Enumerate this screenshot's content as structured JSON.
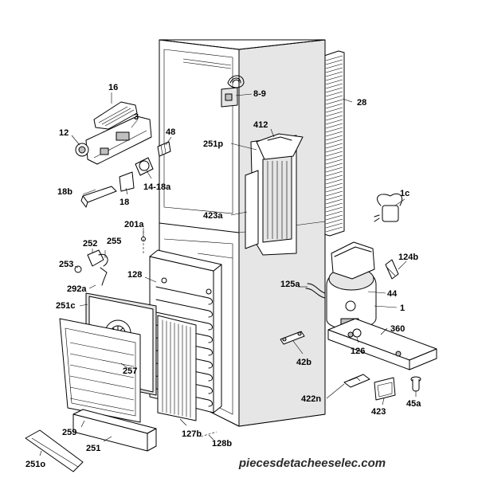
{
  "labels": {
    "l16": "16",
    "l3": "3",
    "l12": "12",
    "l48": "48",
    "l14_18a": "14-18a",
    "l18b": "18b",
    "l18": "18",
    "l8_9": "8-9",
    "l28": "28",
    "l412": "412",
    "l251p": "251p",
    "l423a": "423a",
    "l201a": "201a",
    "l1c": "1c",
    "l252": "252",
    "l255": "255",
    "l253": "253",
    "l292a": "292a",
    "l128": "128",
    "l251c": "251c",
    "l125a": "125a",
    "l124b": "124b",
    "l44": "44",
    "l1": "1",
    "l360": "360",
    "l126": "126",
    "l42b": "42b",
    "l257": "257",
    "l422n": "422n",
    "l423": "423",
    "l45a": "45a",
    "l259": "259",
    "l127b": "127b",
    "l128b": "128b",
    "l251": "251",
    "l251o": "251o"
  },
  "watermark": "piecesdetacheeselec.com"
}
